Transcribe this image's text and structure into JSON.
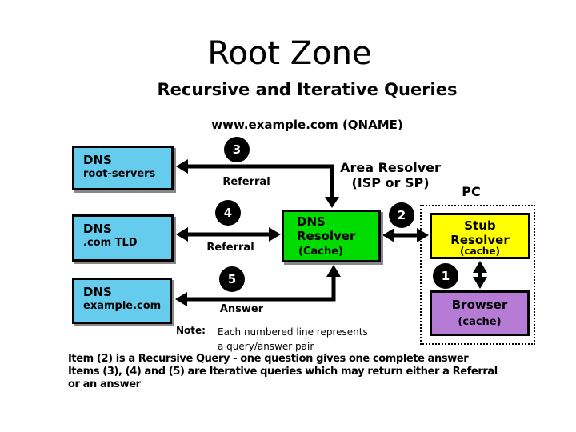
{
  "slide": {
    "title": "Root Zone",
    "subtitle": "Recursive and Iterative Queries",
    "query_name": "www.example.com (QNAME)"
  },
  "boxes": {
    "dns_root": {
      "title": "DNS",
      "subtitle": "root-servers"
    },
    "dns_tld": {
      "title": "DNS",
      "subtitle": ".com TLD"
    },
    "dns_example": {
      "title": "DNS",
      "subtitle": "example.com"
    },
    "dns_resolver": {
      "title": "DNS",
      "title2": "Resolver",
      "cache": "(Cache)"
    },
    "stub_resolver": {
      "title": "Stub",
      "title2": "Resolver",
      "cache": "(cache)"
    },
    "browser": {
      "title": "Browser",
      "cache": "(cache)"
    }
  },
  "labels": {
    "area_resolver": "Area Resolver",
    "area_resolver_sub": "(ISP or SP)",
    "pc": "PC",
    "referral_1": "Referral",
    "referral_2": "Referral",
    "answer": "Answer",
    "note_label": "Note:",
    "note_text_1": "Each numbered line represents",
    "note_text_2": "a query/answer pair"
  },
  "step_badges": {
    "step_1": "1",
    "step_2": "2",
    "step_3": "3",
    "step_4": "4",
    "step_5": "5"
  },
  "footer": {
    "line_1": "Item (2) is a Recursive Query - one question gives one complete answer",
    "line_2": "Items (3), (4) and (5) are Iterative queries which may return either a Referral",
    "line_3": "or an answer"
  },
  "colors": {
    "dns_box_fill": "#66CCEE",
    "resolver_box_fill": "#00DC00",
    "stub_box_fill": "#FFFF00",
    "browser_box_fill": "#B57BD5",
    "badge_fill": "#000000",
    "badge_text": "#FFFFFF",
    "line_color": "#000000"
  }
}
